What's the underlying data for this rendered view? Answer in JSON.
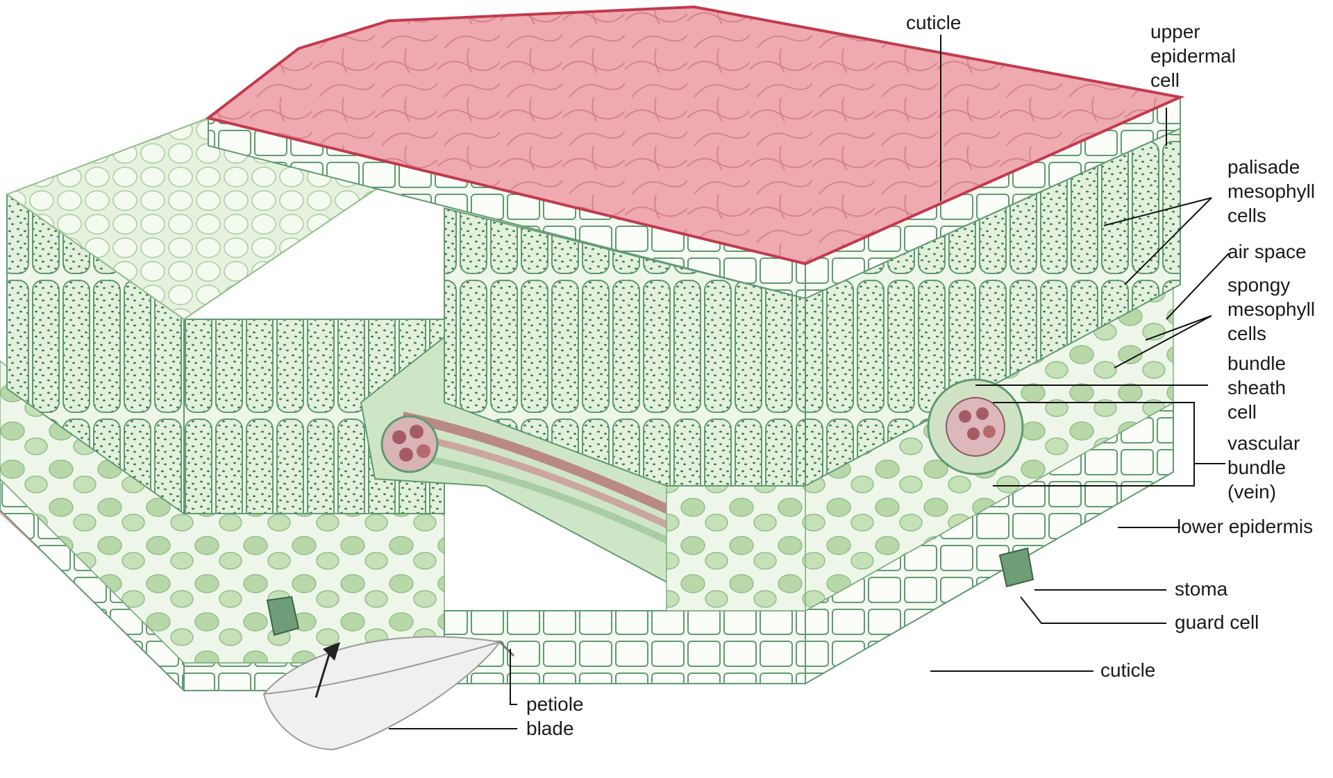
{
  "labels": {
    "cuticle_top": "cuticle",
    "upper_epidermal_cell": [
      "upper",
      "epidermal",
      "cell"
    ],
    "palisade_mesophyll_cells": [
      "palisade",
      "mesophyll",
      "cells"
    ],
    "air_space": "air space",
    "spongy_mesophyll_cells": [
      "spongy",
      "mesophyll",
      "cells"
    ],
    "bundle_sheath_cell": [
      "bundle",
      "sheath",
      "cell"
    ],
    "vascular_bundle": [
      "vascular",
      "bundle",
      "(vein)"
    ],
    "lower_epidermis": "lower epidermis",
    "stoma": "stoma",
    "guard_cell": "guard cell",
    "cuticle_bottom": "cuticle",
    "petiole": "petiole",
    "blade": "blade"
  },
  "colors": {
    "cuticle_pink": "#e7a0a6",
    "cuticle_edge": "#c23a4d",
    "cell_green": "#dcecd6",
    "cell_outline": "#5f9a72",
    "chloroplast": "#3f7a4c",
    "spongy_green": "#b9d8a9",
    "vein_red": "#b46a6e"
  }
}
